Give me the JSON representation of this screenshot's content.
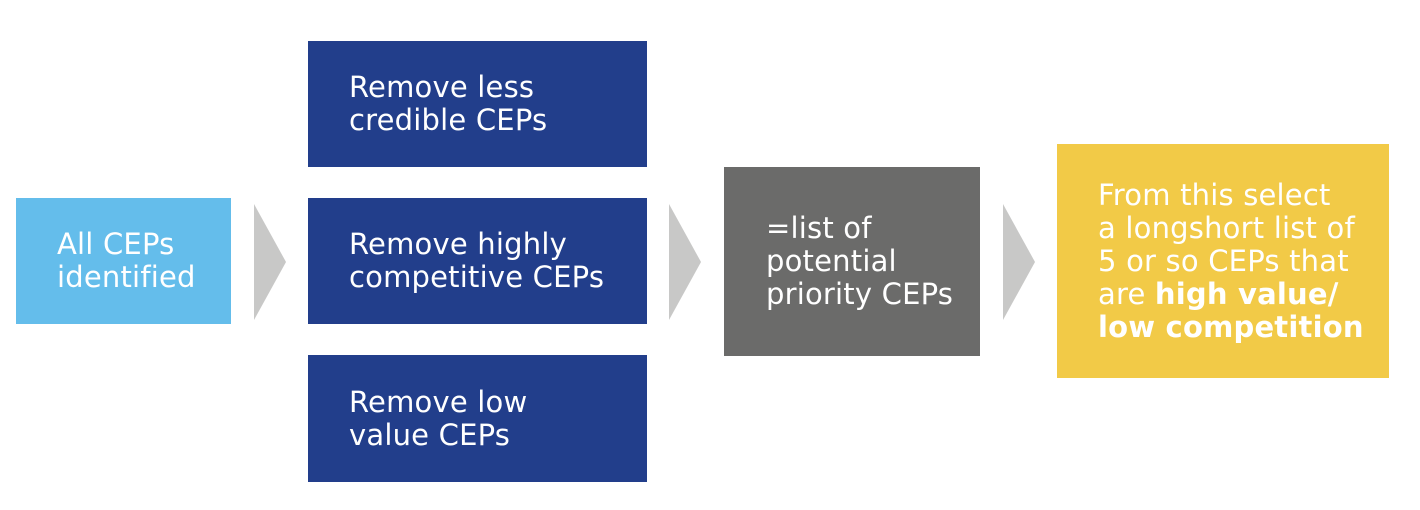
{
  "start": {
    "lines": [
      "All CEPs",
      "identified"
    ]
  },
  "filters": [
    {
      "lines": [
        "Remove less",
        "credible CEPs"
      ]
    },
    {
      "lines": [
        "Remove highly",
        "competitive CEPs"
      ]
    },
    {
      "lines": [
        "Remove low",
        "value CEPs"
      ]
    }
  ],
  "result": {
    "lines": [
      "=list of",
      "potential",
      "priority CEPs"
    ]
  },
  "final": {
    "lines": [
      "From this select",
      "a longshort list of",
      "5 or so CEPs that",
      "are "
    ],
    "bold_lines": [
      "high value/",
      "low competition"
    ]
  },
  "colors": {
    "start": "#64bdeb",
    "filter": "#223e8b",
    "result": "#6b6b6a",
    "final": "#f2ca47",
    "arrow": "#c8c8c7"
  }
}
